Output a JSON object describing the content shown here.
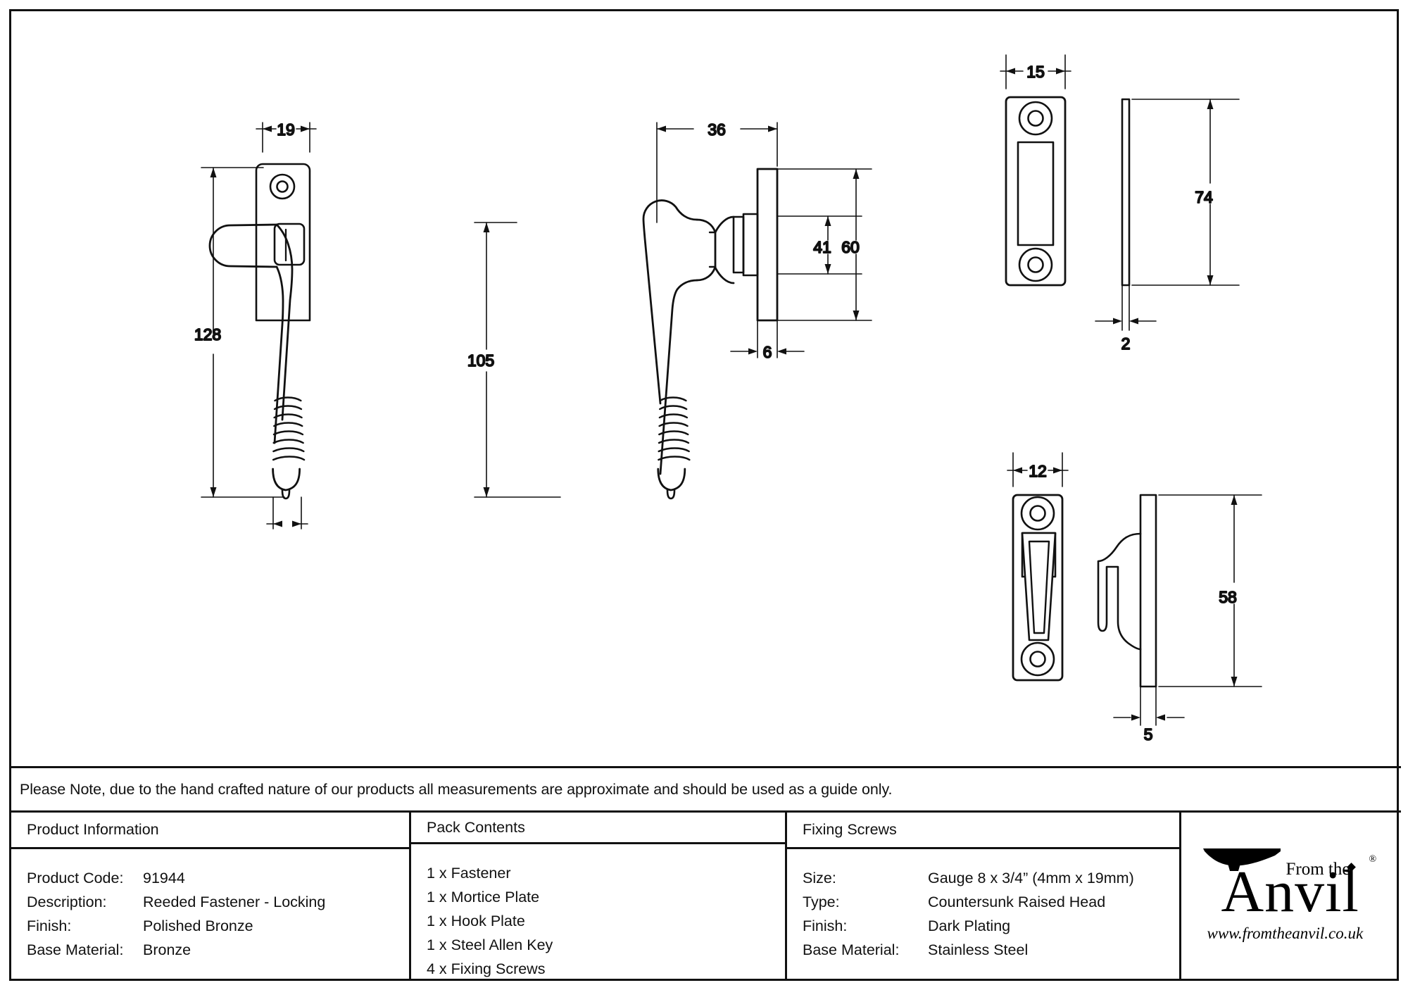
{
  "note": {
    "text": "Please Note, due to the hand crafted nature of our products all measurements are approximate and should be used as a guide only."
  },
  "drawing": {
    "title": "Reeded Fastener - Locking technical drawing",
    "dimensions": {
      "front_width": "19",
      "front_height": "128",
      "side_plate_width": "36",
      "side_handle_height": "105",
      "side_backset_41": "41",
      "side_plate_height_60": "60",
      "side_plate_thickness_6": "6",
      "mortice_width": "15",
      "mortice_height": "74",
      "mortice_thickness": "2",
      "hook_width": "12",
      "hook_height": "58",
      "hook_thickness": "5"
    }
  },
  "table": {
    "product_information": {
      "header": "Product Information",
      "rows": [
        {
          "key": "Product Code:",
          "value": "91944"
        },
        {
          "key": "Description:",
          "value": "Reeded Fastener - Locking"
        },
        {
          "key": "Finish:",
          "value": "Polished Bronze"
        },
        {
          "key": "Base Material:",
          "value": "Bronze"
        }
      ]
    },
    "pack_contents": {
      "header": "Pack Contents",
      "items": [
        "1 x Fastener",
        "1 x Mortice Plate",
        "1 x Hook Plate",
        "1 x Steel Allen Key",
        "4 x Fixing Screws"
      ]
    },
    "fixing_screws": {
      "header": "Fixing Screws",
      "rows": [
        {
          "key": "Size:",
          "value": "Gauge 8 x 3/4” (4mm x 19mm)"
        },
        {
          "key": "Type:",
          "value": "Countersunk Raised Head"
        },
        {
          "key": "Finish:",
          "value": "Dark Plating"
        },
        {
          "key": "Base Material:",
          "value": "Stainless Steel"
        }
      ]
    }
  },
  "logo": {
    "from_the": "From the",
    "anvil": "Anvil",
    "url": "www.fromtheanvil.co.uk",
    "registered": "®"
  },
  "colors": {
    "line": "#111111",
    "background": "#ffffff"
  }
}
